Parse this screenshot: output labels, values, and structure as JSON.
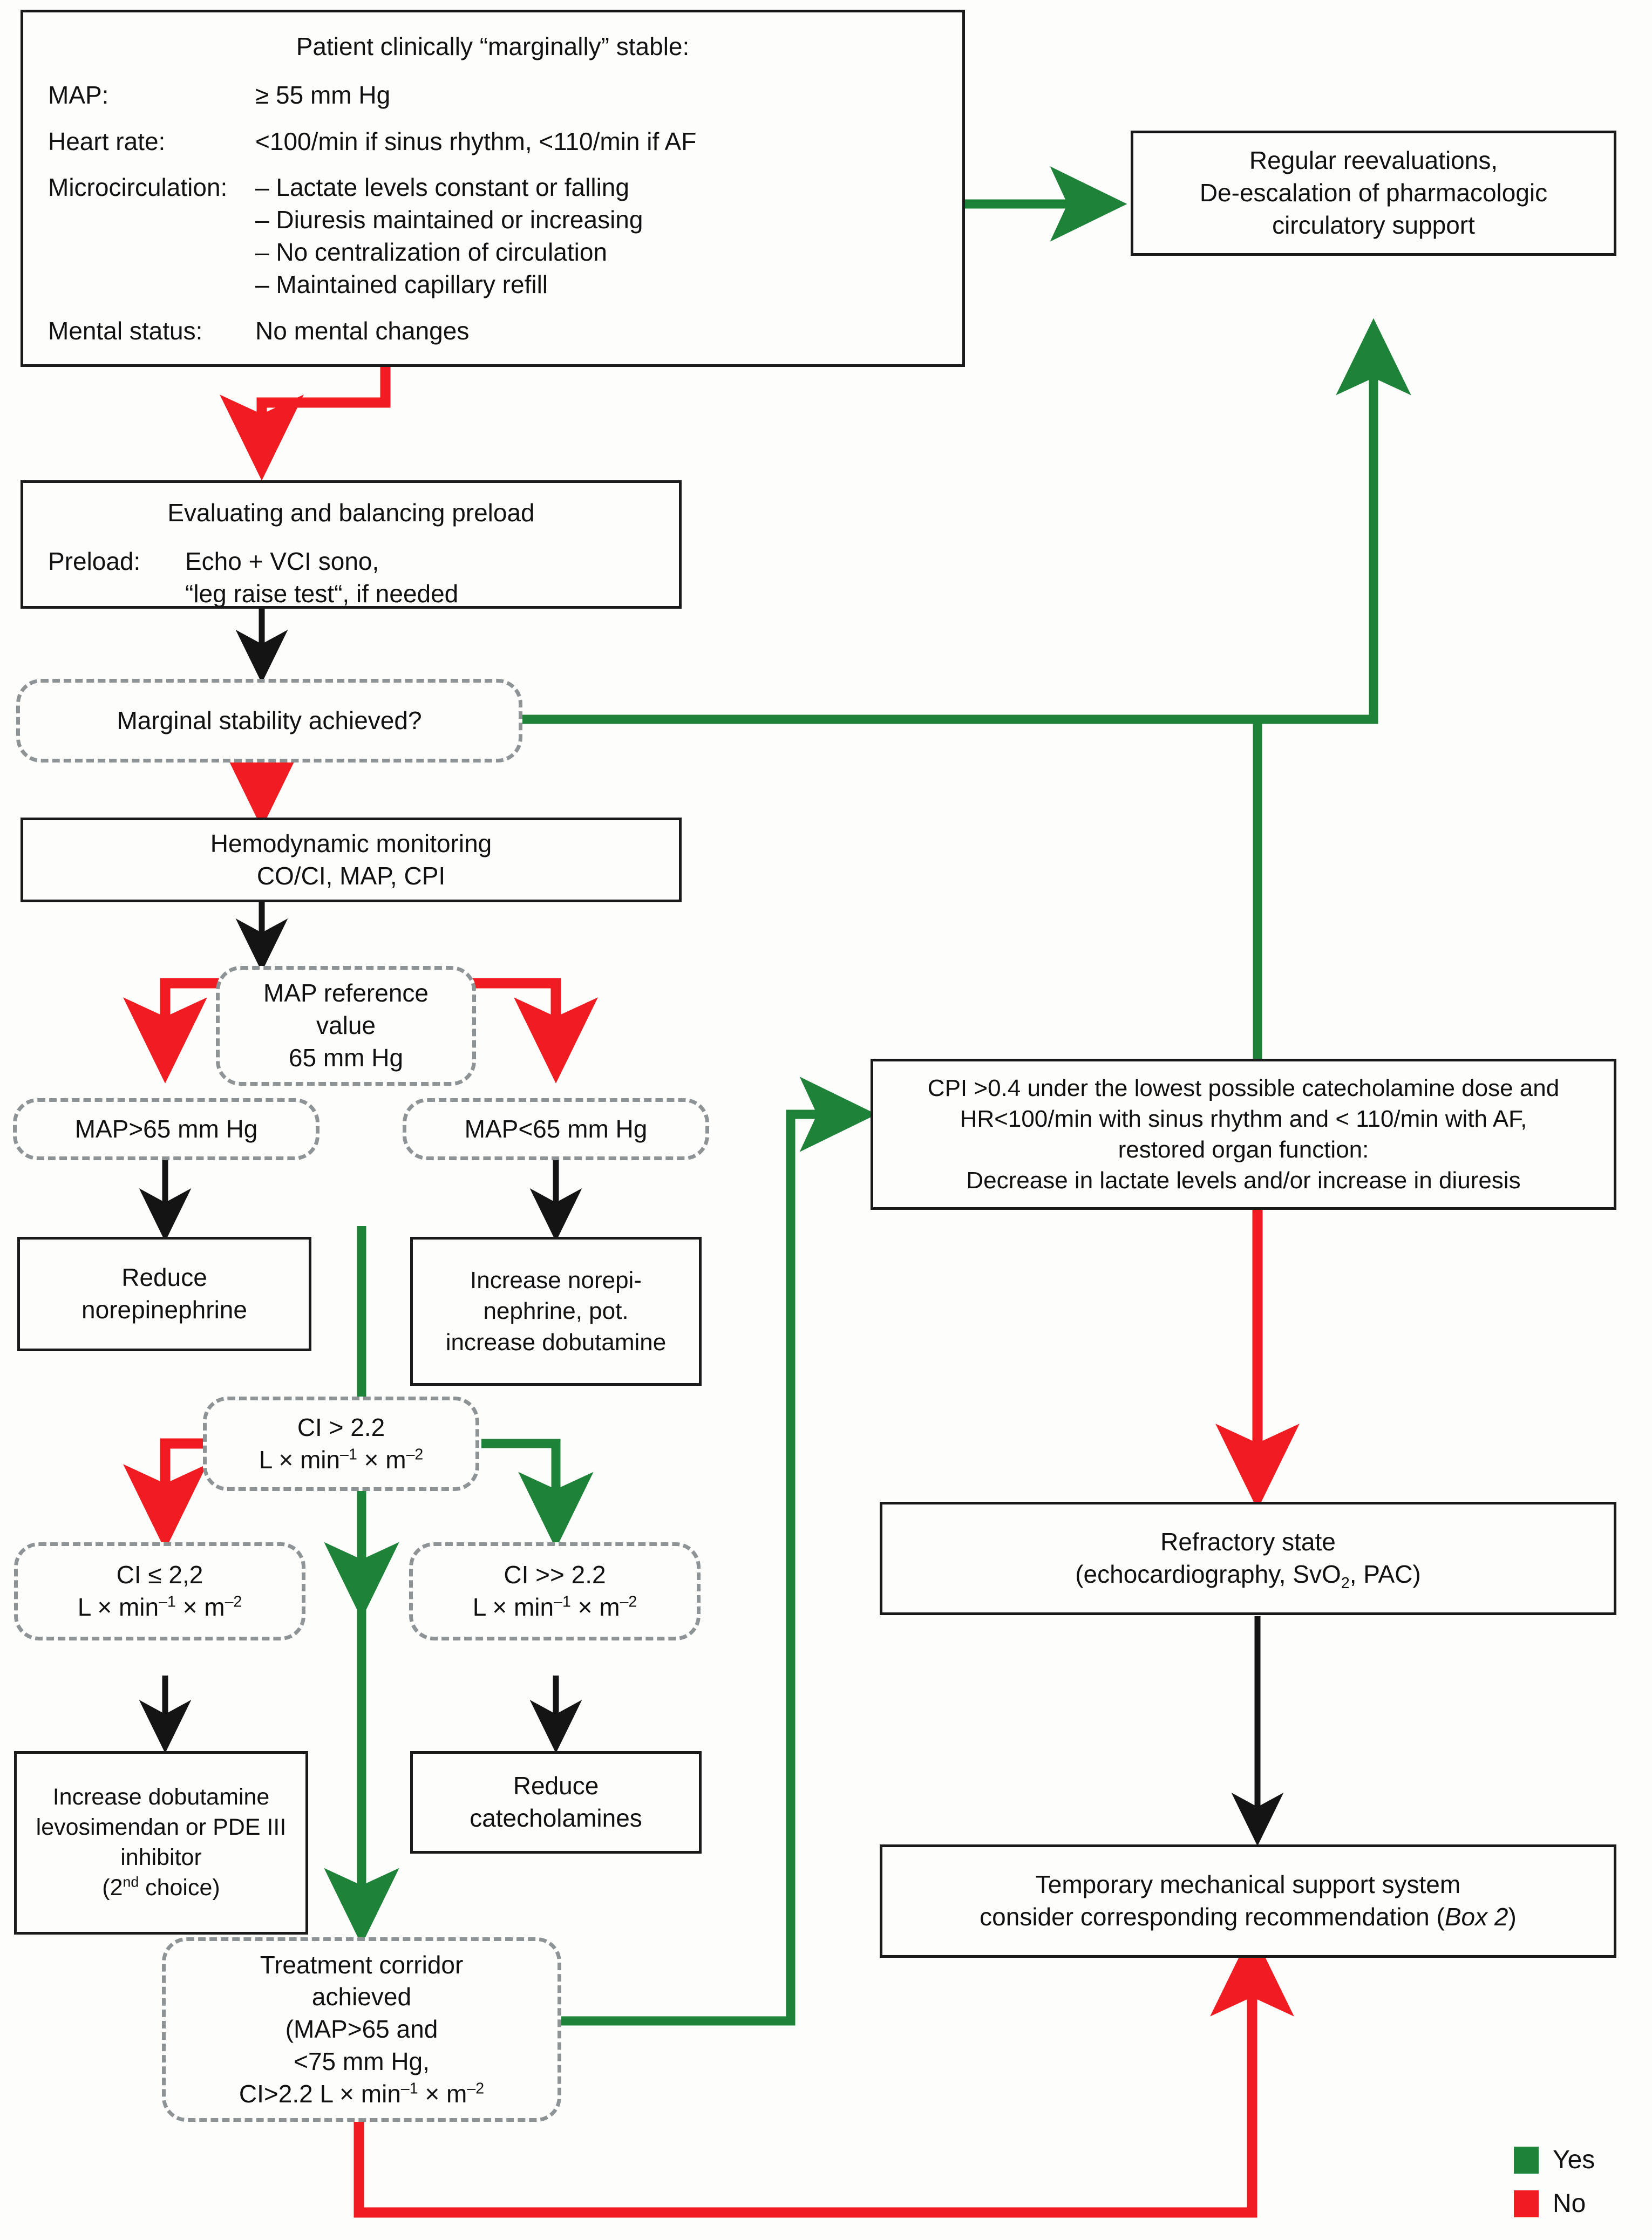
{
  "colors": {
    "yes_green": "#1e8239",
    "no_red": "#f01c22",
    "box_border": "#1a1a1a",
    "decision_border": "#8e9396"
  },
  "nodes": {
    "patient_stable": {
      "title": "Patient clinically “marginally” stable:",
      "rows": [
        {
          "key": "MAP:",
          "values": [
            "≥ 55 mm Hg"
          ]
        },
        {
          "key": "Heart rate:",
          "values": [
            "<100/min if sinus rhythm, <110/min if AF"
          ]
        },
        {
          "key": "Microcirculation:",
          "values": [
            "– Lactate levels constant or falling",
            "– Diuresis maintained or increasing",
            "– No centralization of circulation",
            "– Maintained capillary refill"
          ]
        },
        {
          "key": "Mental status:",
          "values": [
            "No mental changes"
          ]
        }
      ]
    },
    "regular_reevaluations": {
      "line1": "Regular reevaluations,",
      "line2": "De-escalation of pharmacologic",
      "line3": "circulatory support"
    },
    "preload": {
      "title": "Evaluating and balancing preload",
      "key": "Preload:",
      "values": [
        "Echo + VCI sono,",
        "“leg raise test“, if needed"
      ]
    },
    "marginal_stability": {
      "label": "Marginal stability achieved?"
    },
    "hemodynamic_monitoring": {
      "line1": "Hemodynamic monitoring",
      "line2": "CO/CI, MAP, CPI"
    },
    "map_reference": {
      "line1": "MAP reference",
      "line2": "value",
      "line3": "65 mm Hg"
    },
    "map_high": {
      "label": "MAP>65 mm Hg"
    },
    "map_low": {
      "label": "MAP<65 mm Hg"
    },
    "reduce_norepinephrine": {
      "line1": "Reduce",
      "line2": "norepinephrine"
    },
    "increase_norepinephrine": {
      "line1": "Increase norepi-",
      "line2": "nephrine, pot.",
      "line3": "increase dobutamine"
    },
    "cpi_target": {
      "line1": "CPI >0.4 under the lowest possible catecholamine dose and",
      "line2": "HR<100/min with sinus rhythm and < 110/min with AF,",
      "line3": "restored organ function:",
      "line4": "Decrease in lactate levels and/or increase in diuresis"
    },
    "ci_gt": {
      "line1": "CI > 2.2",
      "line2_a": "L × min",
      "line2_sup1": "–1",
      "line2_b": " × m",
      "line2_sup2": "–2"
    },
    "ci_le": {
      "line1": "CI ≤ 2,2",
      "line2_a": "L × min",
      "line2_sup1": "–1",
      "line2_b": " × m",
      "line2_sup2": "–2"
    },
    "ci_gtgt": {
      "line1": "CI >> 2.2",
      "line2_a": "L × min",
      "line2_sup1": "–1",
      "line2_b": " × m",
      "line2_sup2": "–2"
    },
    "increase_dobutamine": {
      "line1": "Increase dobutamine",
      "line2": "levosimendan or PDE III",
      "line3": "inhibitor",
      "line4_a": "(2",
      "line4_sup": "nd",
      "line4_b": " choice)"
    },
    "reduce_catecholamines": {
      "line1": "Reduce",
      "line2": "catecholamines"
    },
    "refractory_state": {
      "line1": "Refractory state",
      "line2_a": "(echocardiography, SvO",
      "line2_sub": "2",
      "line2_b": ", PAC)"
    },
    "temporary_support": {
      "line1": "Temporary mechanical support system",
      "line2_a": "consider corresponding recommendation (",
      "line2_i": "Box 2",
      "line2_b": ")"
    },
    "treatment_corridor": {
      "line1": "Treatment corridor",
      "line2": "achieved",
      "line3": "(MAP>65 and",
      "line4": "<75 mm Hg,",
      "line5_a": "CI>2.2 L × min",
      "line5_sup1": "–1",
      "line5_b": " × m",
      "line5_sup2": "–2"
    }
  },
  "legend": {
    "yes": "Yes",
    "no": "No"
  }
}
